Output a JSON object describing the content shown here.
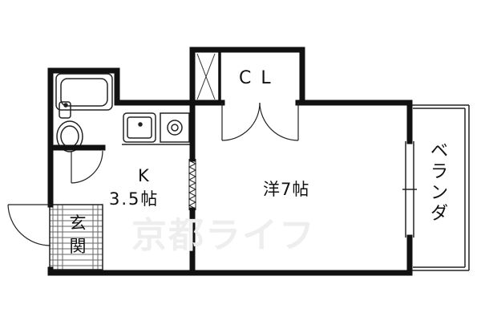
{
  "rooms": {
    "kitchen": {
      "name": "K",
      "size": "3.5帖"
    },
    "closet": {
      "name": "CL"
    },
    "western_room": {
      "name": "洋7帖"
    },
    "entrance": {
      "name_top": "玄",
      "name_bottom": "関"
    },
    "balcony": {
      "chars": [
        "ベ",
        "ラ",
        "ン",
        "ダ"
      ]
    }
  },
  "watermark": "京都ライフ",
  "colors": {
    "wall": "#111111",
    "line": "#222222",
    "watermark": "#eeeeee",
    "background": "#ffffff"
  }
}
